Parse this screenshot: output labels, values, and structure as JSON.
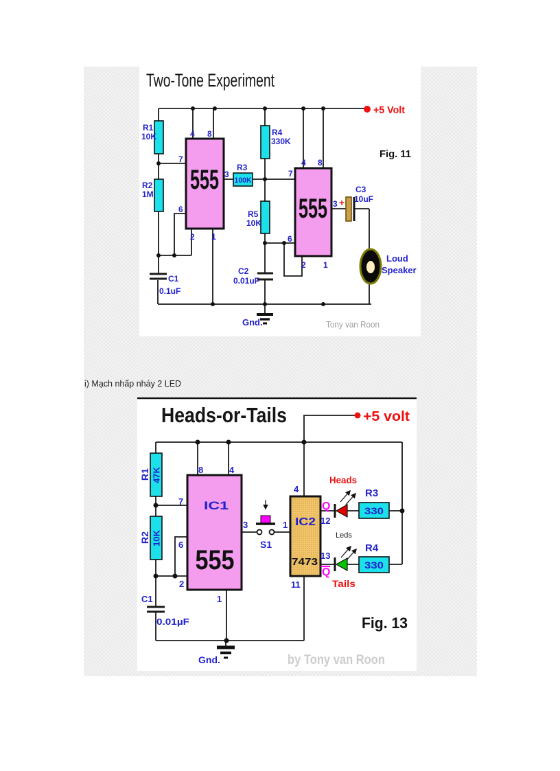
{
  "page": {
    "caption": "i) Mạch nhấp nháy 2 LED"
  },
  "pins": {
    "1": "1",
    "2": "2",
    "3": "3",
    "4": "4",
    "6": "6",
    "7": "7",
    "8": "8",
    "11": "11",
    "12": "12",
    "13": "13"
  },
  "fig1": {
    "title": "Two-Tone Experiment",
    "fig_label": "Fig. 11",
    "supply": "+5 Volt",
    "watermark": "Tony van Roon",
    "gnd": "Gnd.",
    "chip1": "555",
    "chip2": "555",
    "r1": {
      "name": "R1",
      "value": "10K"
    },
    "r2": {
      "name": "R2",
      "value": "1M"
    },
    "r3": {
      "name": "R3",
      "value": "100K"
    },
    "r4": {
      "name": "R4",
      "value": "330K"
    },
    "r5": {
      "name": "R5",
      "value": "10K"
    },
    "c1": {
      "name": "C1",
      "value": "0.1uF"
    },
    "c2": {
      "name": "C2",
      "value": "0.01uF"
    },
    "c3": {
      "name": "C3",
      "value": "10uF",
      "plus": "+"
    },
    "speaker": {
      "line1": "Loud",
      "line2": "Speaker"
    }
  },
  "fig2": {
    "title": "Heads-or-Tails",
    "fig_label": "Fig. 13",
    "supply": "+5 volt",
    "watermark": "by Tony van Roon",
    "gnd": "Gnd.",
    "ic1": {
      "ref": "IC1",
      "part": "555"
    },
    "ic2": {
      "ref": "IC2",
      "part": "7473"
    },
    "r1": {
      "name": "R1",
      "value": "47K"
    },
    "r2": {
      "name": "R2",
      "value": "10K"
    },
    "r3": {
      "name": "R3",
      "value": "330"
    },
    "r4": {
      "name": "R4",
      "value": "330"
    },
    "c1": {
      "name": "C1",
      "value": "0.01µF"
    },
    "s1": {
      "name": "S1"
    },
    "q": "Q",
    "q_bar": "Q",
    "heads": "Heads",
    "tails": "Tails",
    "leds": "Leds"
  },
  "colors": {
    "chip_pink": "#f49ced",
    "resistor_cyan": "#1ce1ea",
    "ic2_tan": "#f3c76f",
    "label_blue": "#2222cc",
    "accent_red": "#ee1111",
    "magenta": "#ff00ff",
    "led_red": "#e00000",
    "led_green": "#00c400",
    "watermark_gray": "#a0a0a0"
  }
}
